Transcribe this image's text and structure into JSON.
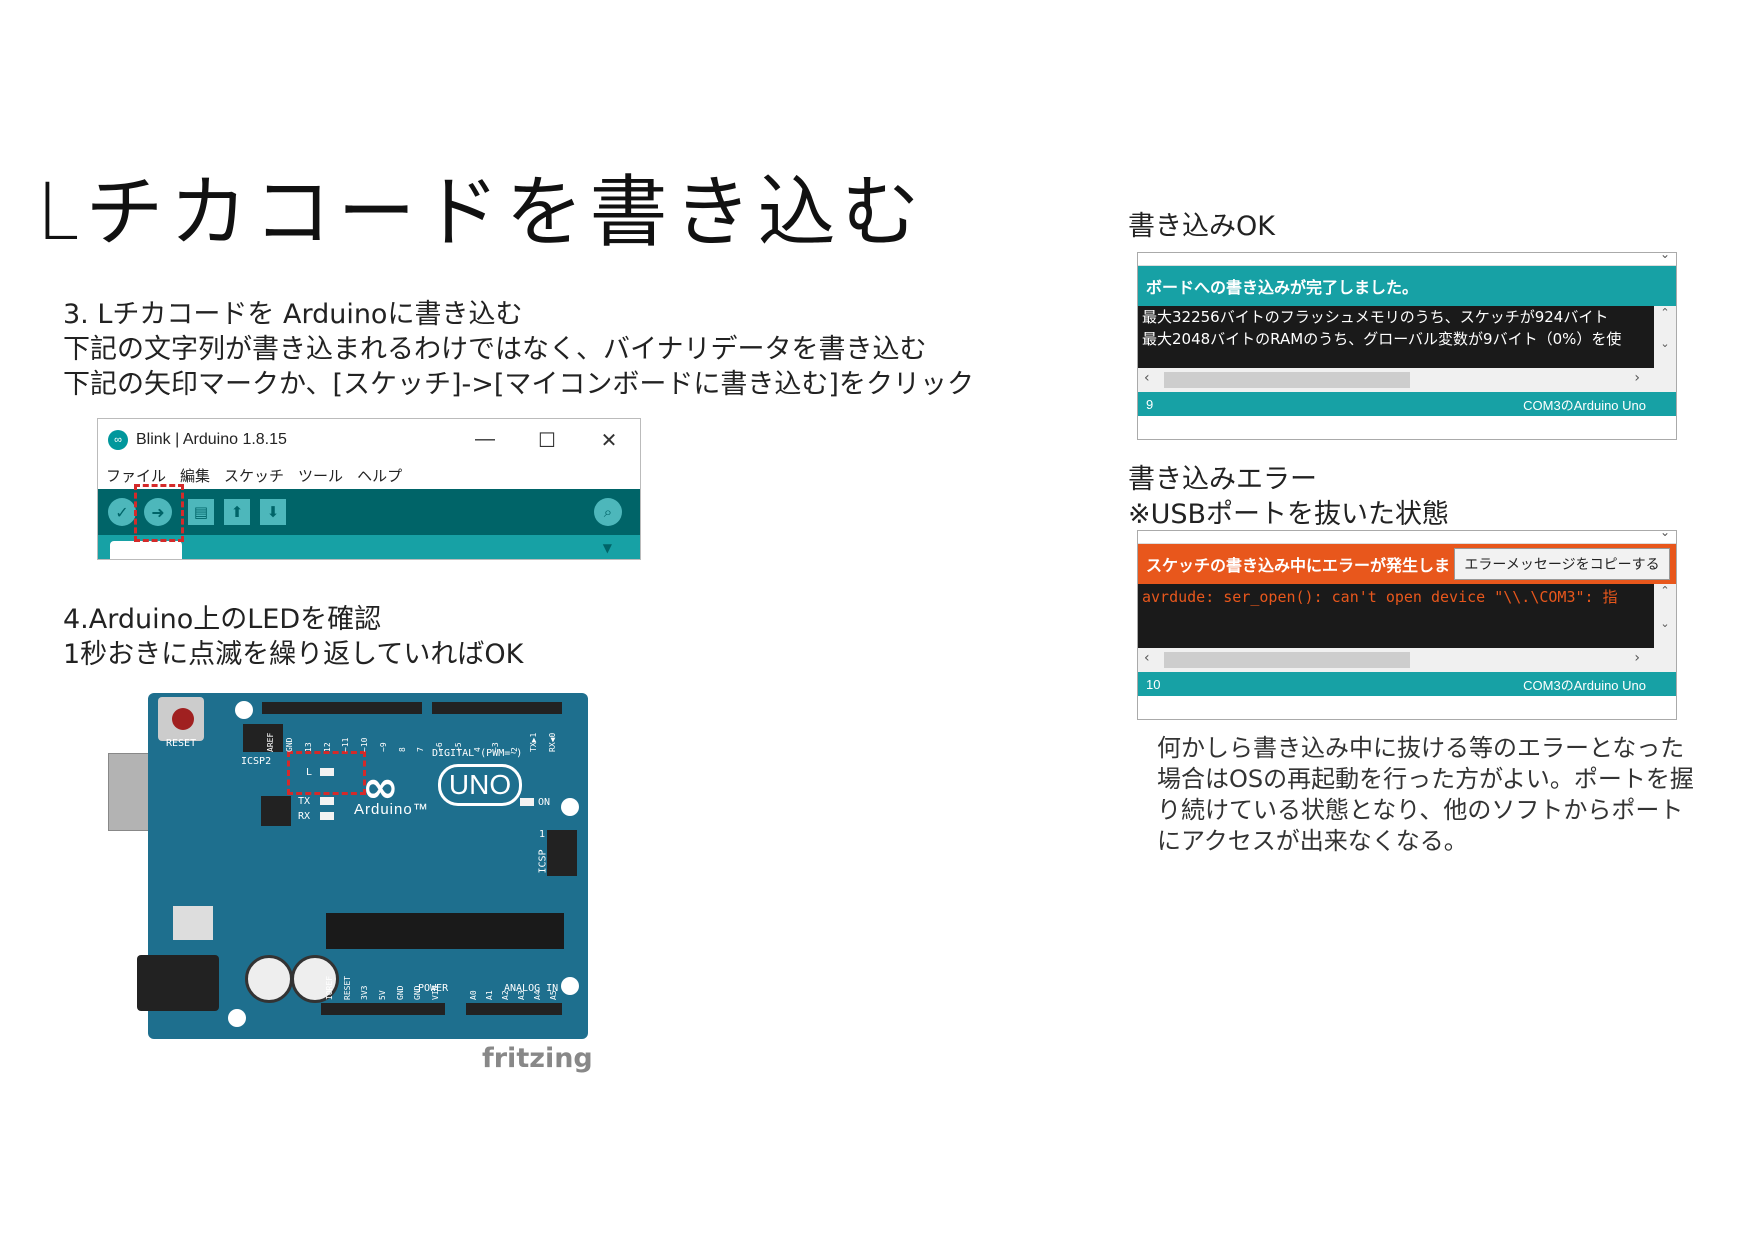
{
  "slide": {
    "title": "Lチカコードを書き込む",
    "step3": {
      "line1": "3. Lチカコードを Arduinoに書き込む",
      "line2": "下記の文字列が書き込まれるわけではなく、バイナリデータを書き込む",
      "line3": "下記の矢印マークか、[スケッチ]->[マイコンボードに書き込む]をクリック"
    },
    "step4": {
      "line1": "4.Arduino上のLEDを確認",
      "line2": "1秒おきに点滅を繰り返していればOK"
    },
    "ok_label": "書き込みOK",
    "error_label_1": "書き込みエラー",
    "error_label_2": "※USBポートを抜いた状態",
    "note": [
      "何かしら書き込み中に抜ける等のエラーとなった",
      "場合はOSの再起動を行った方がよい。ポートを握",
      "り続けている状態となり、他のソフトからポート",
      "にアクセスが出来なくなる。"
    ]
  },
  "ide": {
    "window_title": "Blink | Arduino 1.8.15",
    "window_buttons": [
      "—",
      "☐",
      "✕"
    ],
    "menu": [
      "ファイル",
      "編集",
      "スケッチ",
      "ツール",
      "ヘルプ"
    ],
    "toolbar_icons": [
      "verify-icon",
      "upload-icon",
      "new-icon",
      "open-icon",
      "save-icon",
      "serial-monitor-icon"
    ],
    "accent": "#006468"
  },
  "board": {
    "labels": {
      "reset": "RESET",
      "icsp2": "ICSP2",
      "digital": "DIGITAL (PWM=~)",
      "l_led": "L",
      "tx": "TX",
      "rx": "RX",
      "on": "ON",
      "icsp": "ICSP",
      "icsp_pin1": "1",
      "power": "POWER",
      "analog": "ANALOG IN",
      "uno": "UNO",
      "arduino": "Arduino™"
    },
    "top_pins": [
      "AREF",
      "GND",
      "13",
      "12",
      "~11",
      "~10",
      "~9",
      "8",
      "7",
      "~6",
      "~5",
      "4",
      "~3",
      "2",
      "TX▶1",
      "RX◀0"
    ],
    "power_pins": [
      "IOREF",
      "RESET",
      "3V3",
      "5V",
      "GND",
      "GND",
      "VIN"
    ],
    "analog_pins": [
      "A0",
      "A1",
      "A2",
      "A3",
      "A4",
      "A5"
    ],
    "color": "#1e6f8e",
    "credit": "fritzing"
  },
  "console_ok": {
    "status": "ボードへの書き込みが完了しました。",
    "lines": [
      "最大32256バイトのフラッシュメモリのうち、スケッチが924バイト",
      "最大2048バイトのRAMのうち、グローバル変数が9バイト（0%）を使"
    ],
    "line_number": "9",
    "port": "COM3のArduino Uno",
    "status_color": "#17a1a5"
  },
  "console_err": {
    "status": "スケッチの書き込み中にエラーが発生しま",
    "copy_button": "エラーメッセージをコピーする",
    "lines": [
      "avrdude: ser_open(): can't open device \"\\\\.\\COM3\": 指"
    ],
    "line_number": "10",
    "port": "COM3のArduino Uno",
    "status_color": "#e8571c"
  }
}
